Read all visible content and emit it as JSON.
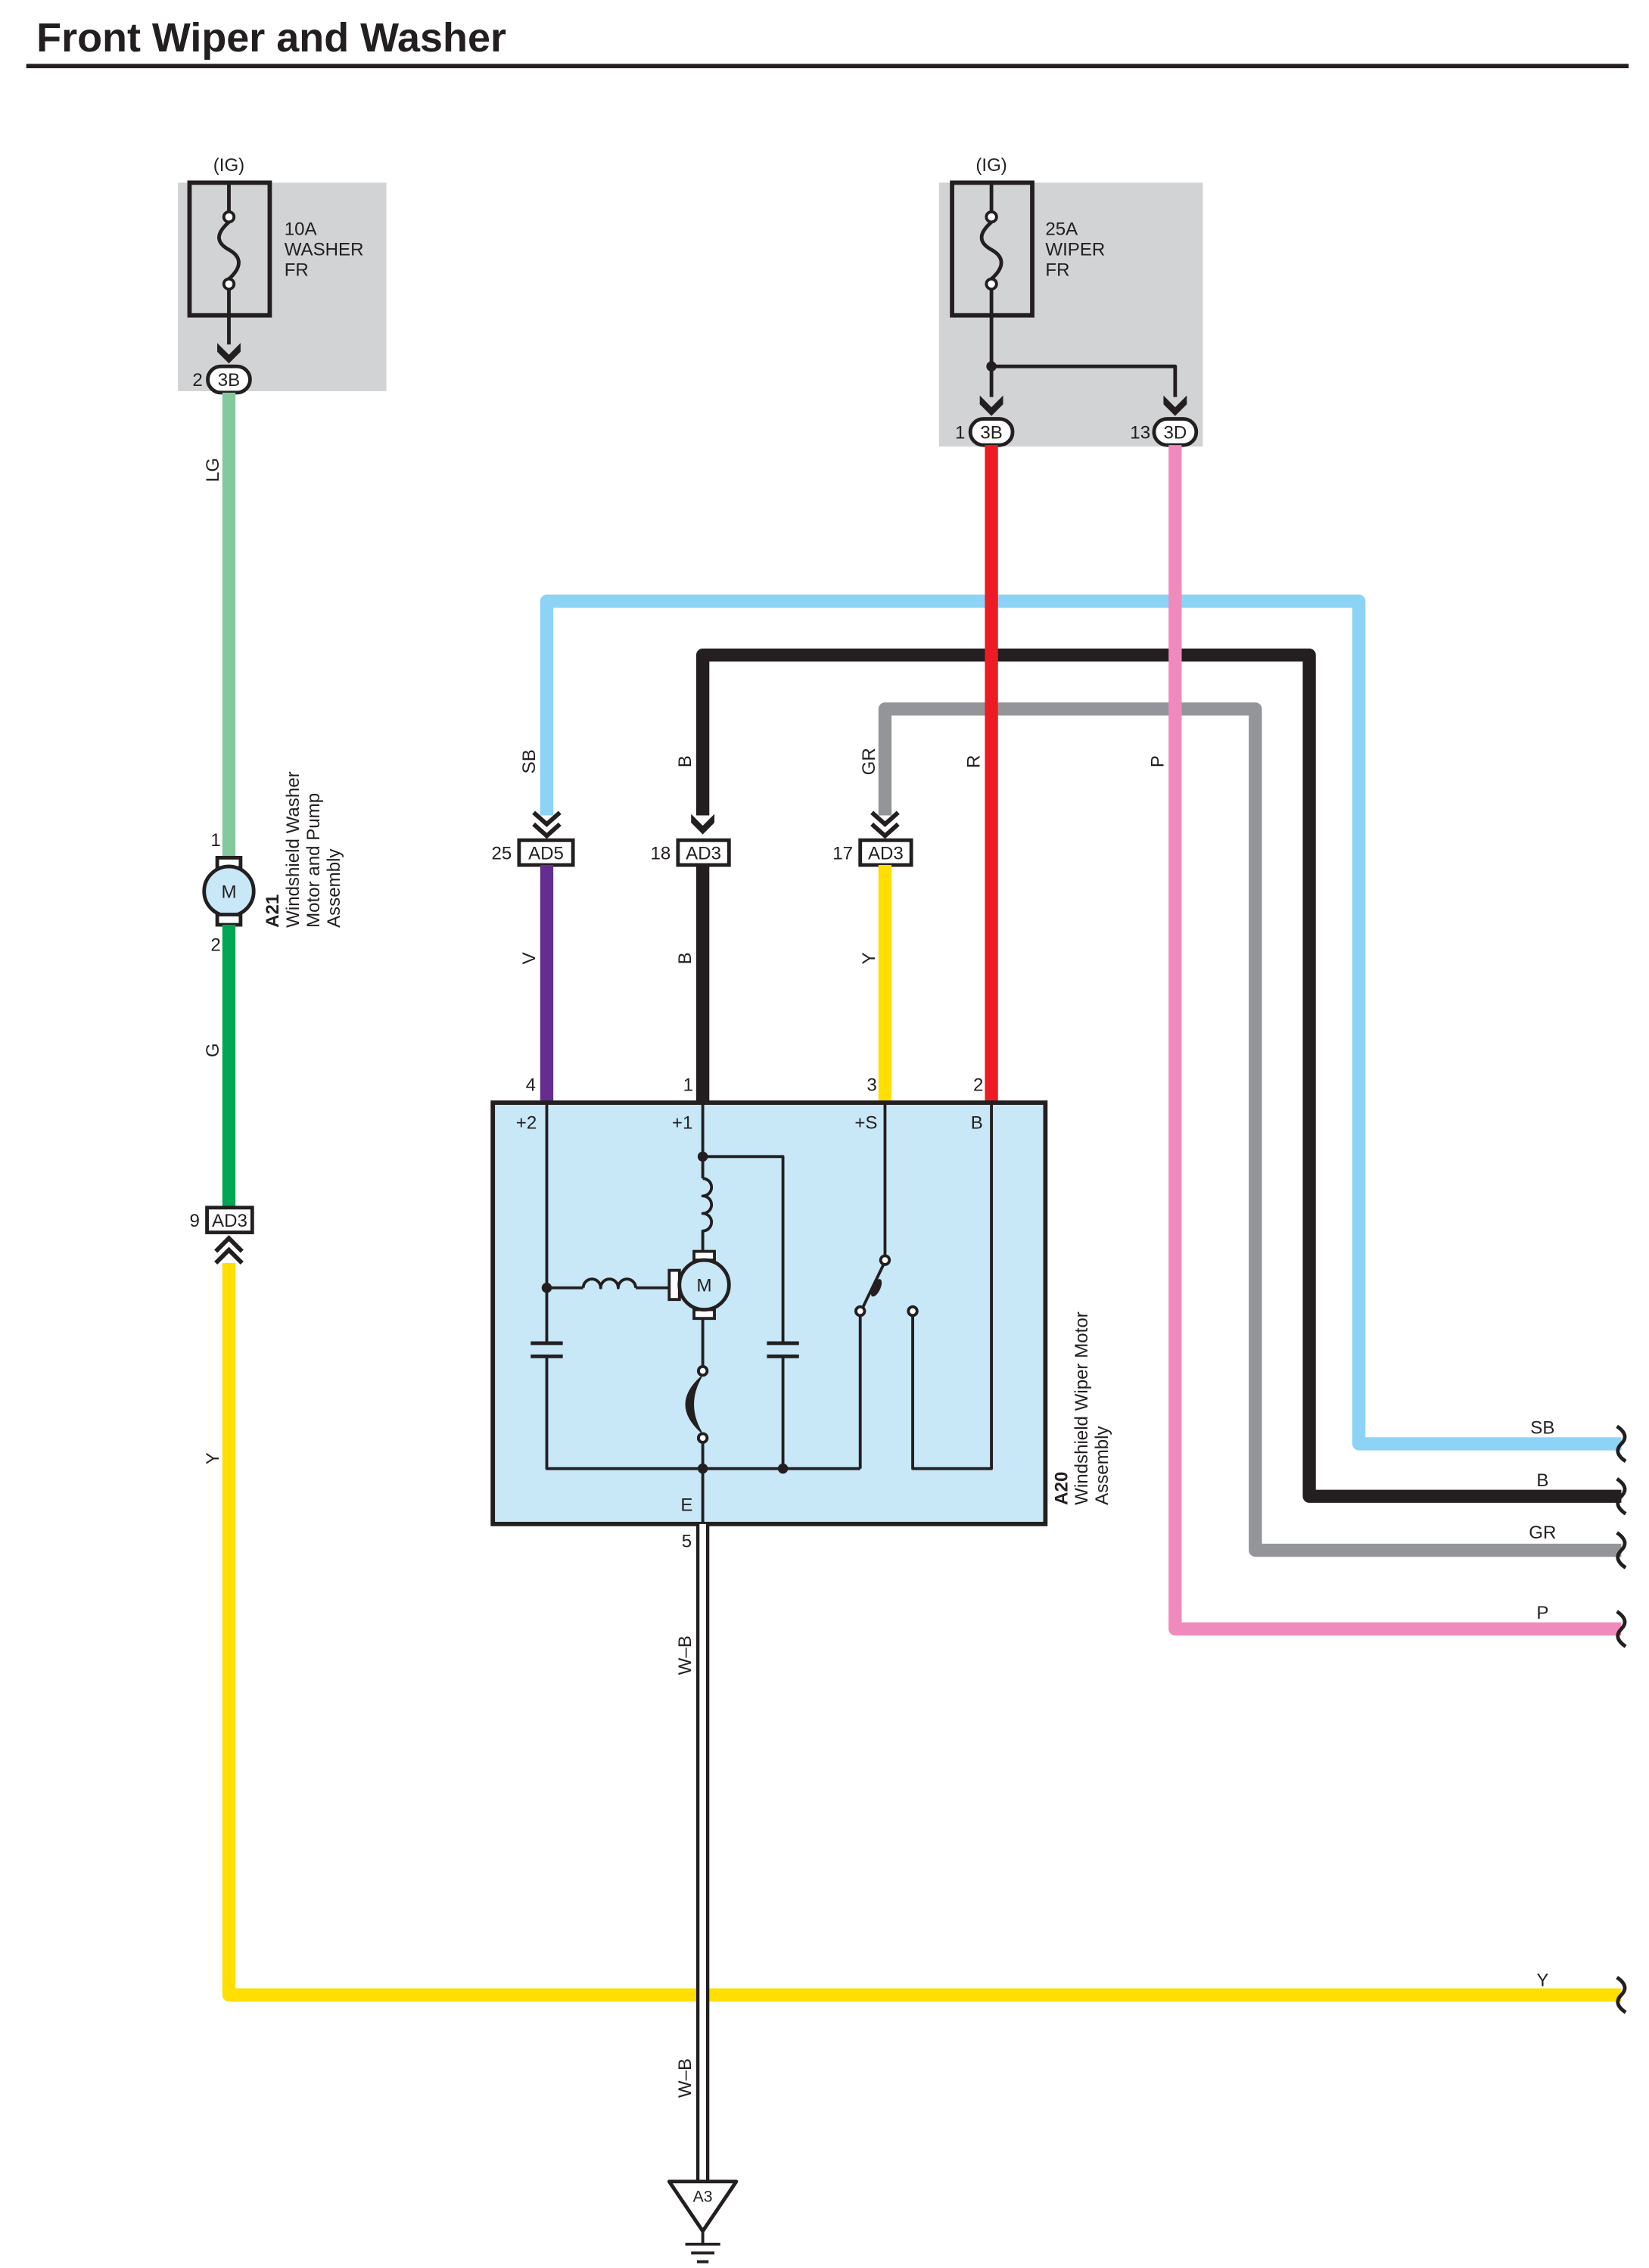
{
  "title": "Front Wiper and Washer",
  "colors": {
    "fuse_block": "#d1d3d4",
    "component": "#c8e8f8",
    "LG": "#82c99d",
    "G": "#00a651",
    "Y": "#ffde00",
    "R": "#ed1c24",
    "P": "#f08abc",
    "SB": "#8dd3f5",
    "B": "#231f20",
    "GR": "#939598",
    "V": "#662d91"
  },
  "fuses": [
    {
      "source": "(IG)",
      "rating": "10A",
      "name": [
        "WASHER",
        "FR"
      ],
      "outputs": [
        {
          "pin": "2",
          "connector": "3B"
        }
      ]
    },
    {
      "source": "(IG)",
      "rating": "25A",
      "name": [
        "WIPER",
        "FR"
      ],
      "outputs": [
        {
          "pin": "1",
          "connector": "3B"
        },
        {
          "pin": "13",
          "connector": "3D"
        }
      ]
    }
  ],
  "washer_motor": {
    "code": "A21",
    "name": [
      "Windshield Washer",
      "Motor and Pump",
      "Assembly"
    ],
    "symbol": "M",
    "pins": [
      "1",
      "2"
    ]
  },
  "wiper_motor": {
    "code": "A20",
    "name": [
      "Windshield Wiper Motor",
      "Assembly"
    ],
    "symbol": "M",
    "terminals": [
      {
        "pin": "4",
        "label": "+2"
      },
      {
        "pin": "1",
        "label": "+1"
      },
      {
        "pin": "3",
        "label": "+S"
      },
      {
        "pin": "2",
        "label": "B"
      }
    ],
    "ground": {
      "pin": "5",
      "label": "E"
    }
  },
  "connectors": [
    {
      "pin": "9",
      "id": "AD3"
    },
    {
      "pin": "25",
      "id": "AD5"
    },
    {
      "pin": "18",
      "id": "AD3"
    },
    {
      "pin": "17",
      "id": "AD3"
    }
  ],
  "wires": {
    "lg": "LG",
    "g": "G",
    "y_left": "Y",
    "sb": "SB",
    "b_top": "B",
    "gr": "GR",
    "r": "R",
    "p": "P",
    "v": "V",
    "b_mid": "B",
    "y_mid": "Y",
    "wb": [
      "W–B",
      "W–B"
    ]
  },
  "off_page": [
    "SB",
    "B",
    "GR",
    "P",
    "Y"
  ],
  "ground": "A3"
}
